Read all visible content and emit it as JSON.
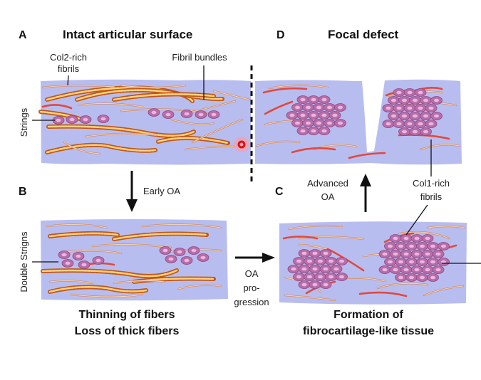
{
  "panels": {
    "a": {
      "letter": "A",
      "title": "Intact articular surface",
      "label_col2_line1": "Col2-rich",
      "label_col2_line2": "fibrils",
      "label_bundles": "Fibril bundles",
      "side_label": "Strings"
    },
    "b": {
      "letter": "B",
      "side_label": "Double Strigns",
      "caption_line1": "Thinning of fibers",
      "caption_line2": "Loss of thick fibers"
    },
    "c": {
      "letter": "C",
      "caption_line1": "Formation of",
      "caption_line2": "fibrocartilage-like tissue",
      "label_col1_line1": "Col1-rich",
      "label_col1_line2": "fibrils"
    },
    "d": {
      "letter": "D",
      "title": "Focal defect"
    }
  },
  "arrows": {
    "early_oa": "Early OA",
    "progression_line1": "OA",
    "progression_line2": "pro-",
    "progression_line3": "gression",
    "advanced_line1": "Advanced",
    "advanced_line2": "OA"
  },
  "colors": {
    "tissue": "#b8bdf0",
    "cell": "#b76ea8",
    "thick_fiber": "#c0561a",
    "col1_fiber": "#e2483e"
  }
}
